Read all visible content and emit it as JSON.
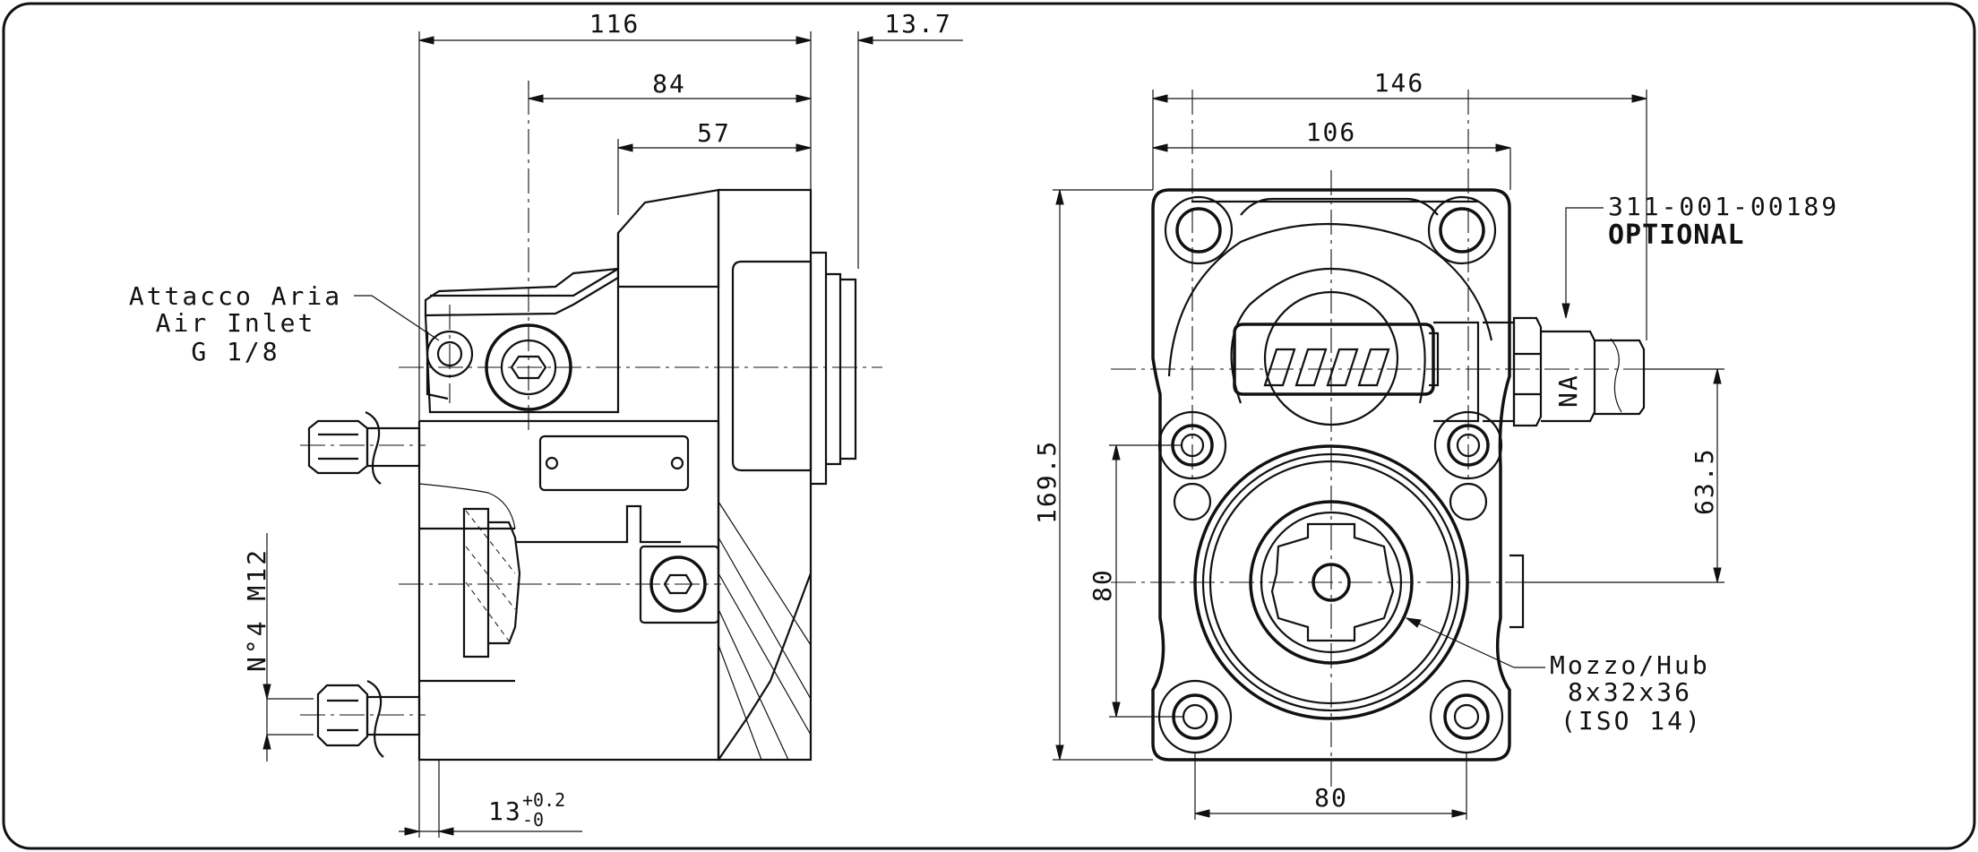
{
  "side_view": {
    "dimensions": {
      "overall_length": "116",
      "flange_offset": "13.7",
      "inlet_position": "84",
      "port_position": "57",
      "mount_thickness": "13",
      "mount_tol_upper": "+0.2",
      "mount_tol_lower": "-0"
    },
    "air_inlet_label": {
      "line1": "Attacco Aria",
      "line2": "Air Inlet",
      "line3": "G 1/8"
    },
    "studs_label": "N°4 M12"
  },
  "front_view": {
    "dimensions": {
      "overall_width": "146",
      "bolt_spacing_top": "106",
      "overall_height": "169.5",
      "bolt_spacing_vertical": "80",
      "bolt_spacing_bottom": "80",
      "valve_height": "63.5"
    },
    "valve_label": {
      "part_number": "311-001-00189",
      "note": "OPTIONAL"
    },
    "valve_tag": "NA",
    "hub_label": {
      "line1": "Mozzo/Hub",
      "line2": "8x32x36",
      "line3": "(ISO 14)"
    }
  }
}
